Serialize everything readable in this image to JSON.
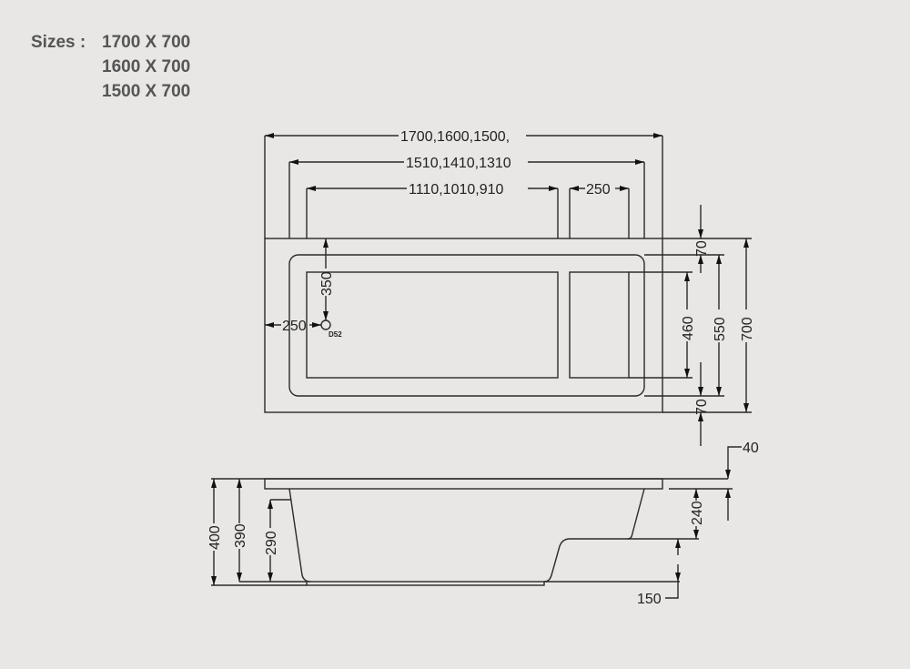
{
  "sizes": {
    "label": "Sizes :",
    "items": [
      "1700 X 700",
      "1600 X 700",
      "1500 X 700"
    ]
  },
  "top_view": {
    "overall_length": "1700,1600,1500,",
    "inner_length": "1510,1410,1310",
    "basin_length": "1110,1010,910",
    "compartment_width": "250",
    "drain_offset_y": "350",
    "drain_offset_x": "250",
    "drain_label": "D52",
    "rim_top": "70",
    "basin_width": "460",
    "inner_width": "550",
    "overall_width": "700",
    "rim_bottom": "70"
  },
  "side_view": {
    "total_height": "400",
    "height_390": "390",
    "depth_290": "290",
    "step_depth": "240",
    "rim_thickness": "40",
    "step_height": "150"
  }
}
